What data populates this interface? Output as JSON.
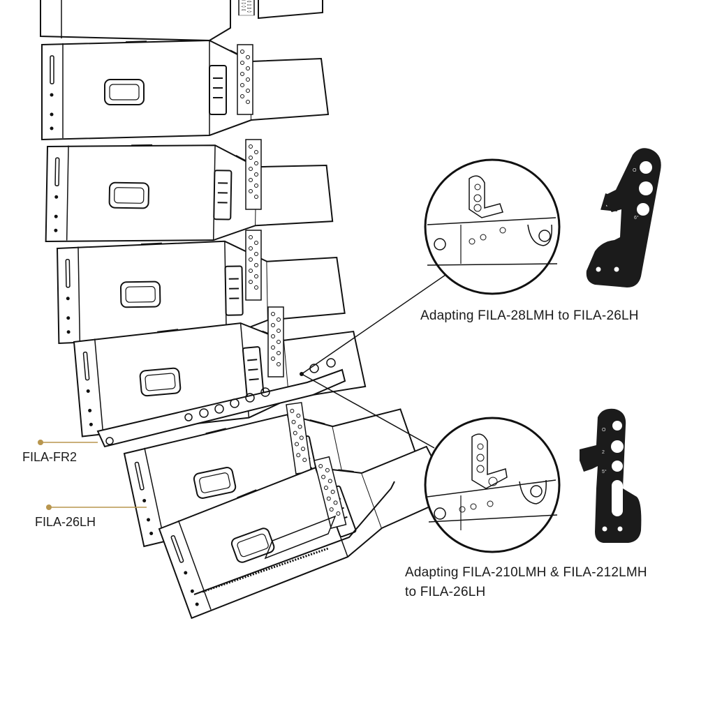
{
  "callouts": {
    "frame": "FILA-FR2",
    "cabinet": "FILA-26LH"
  },
  "details": {
    "top_caption": "Adapting FILA-28LMH to FILA-26LH",
    "bottom_caption_line1": "Adapting FILA-210LMH & FILA-212LMH",
    "bottom_caption_line2": "to FILA-26LH"
  },
  "colors": {
    "leader_line": "#b8964e",
    "ink": "#1a1a1a",
    "bracket": "#1b1b1b"
  }
}
